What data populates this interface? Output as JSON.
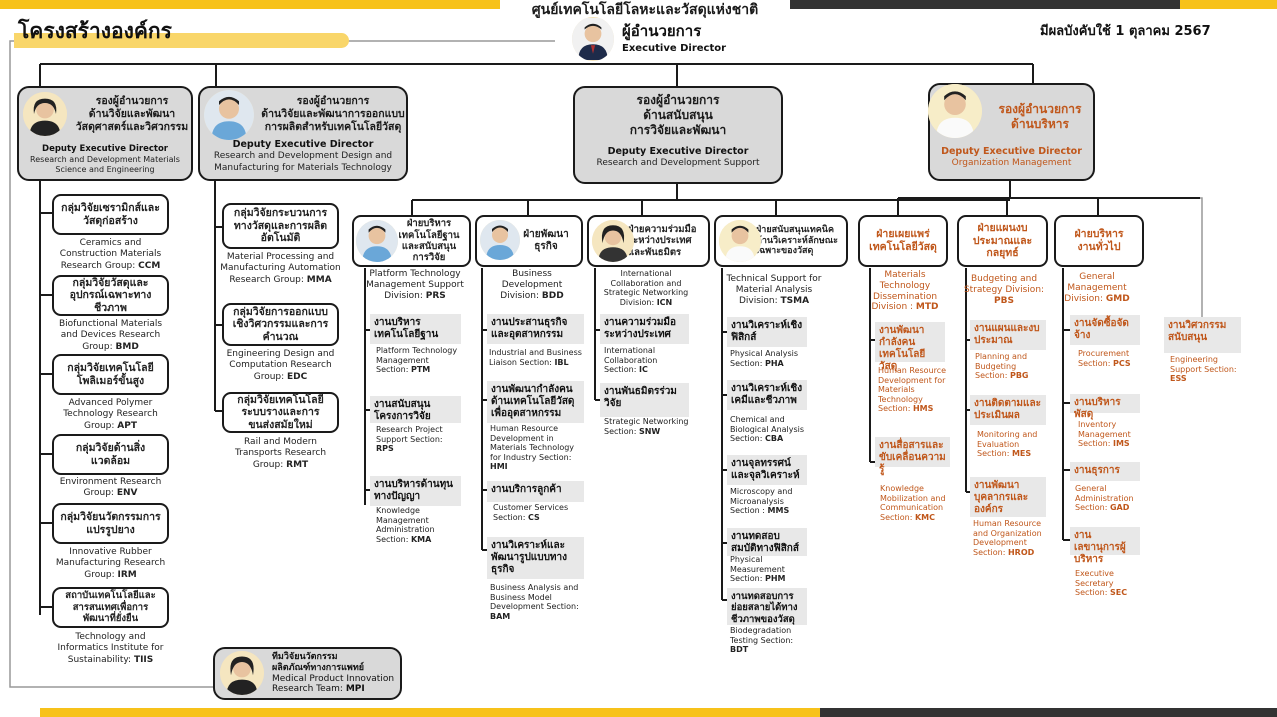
{
  "header": {
    "center_title": "ศูนย์เทคโนโลยีโลหะและวัสดุแห่งชาติ",
    "page_title": "โครงสร้างองค์กร",
    "effective_date": "มีผลบังคับใช้ 1 ตุลาคม 2567",
    "director_th": "ผู้อำนวยการ",
    "director_en": "Executive Director"
  },
  "colors": {
    "accent": "#f7c21a",
    "dark": "#1a1a1a",
    "orange": "#c0571b",
    "gray": "#d9d9d9"
  },
  "deputies": [
    {
      "th1": "รองผู้อำนวยการ",
      "th2": "ด้านวิจัยและพัฒนา",
      "th3": "วัสดุศาสตร์และวิศวกรรม",
      "en1": "Deputy Executive Director",
      "en2": "Research and Development Materials",
      "en3": "Science and Engineering"
    },
    {
      "th1": "รองผู้อำนวยการ",
      "th2": "ด้านวิจัยและพัฒนาการออกแบบ",
      "th3": "การผลิตสำหรับเทคโนโลยีวัสดุ",
      "en1": "Deputy Executive Director",
      "en2": "Research and Development Design and",
      "en3": "Manufacturing for Materials Technology"
    },
    {
      "th1": "รองผู้อำนวยการ",
      "th2": "ด้านสนับสนุน",
      "th3": "การวิจัยและพัฒนา",
      "en1": "Deputy Executive Director",
      "en2": "Research and Development Support",
      "en3": ""
    },
    {
      "th1": "รองผู้อำนวยการ",
      "th2": "ด้านบริหาร",
      "th3": "",
      "en1": "Deputy Executive Director",
      "en2": "Organization Management",
      "en3": ""
    }
  ],
  "groups1": [
    {
      "th": "กลุ่มวิจัยเซรามิกส์และวัสดุก่อสร้าง",
      "en": "Ceramics and Construction Materials Research Group:",
      "code": "CCM"
    },
    {
      "th": "กลุ่มวิจัยวัสดุและอุปกรณ์เฉพาะทางชีวภาพ",
      "en": "Biofunctional Materials and Devices Research Group:",
      "code": "BMD"
    },
    {
      "th": "กลุ่มวิจัยเทคโนโลยีโพลิเมอร์ขั้นสูง",
      "en": "Advanced Polymer Technology Research Group:",
      "code": "APT"
    },
    {
      "th": "กลุ่มวิจัยด้านสิ่งแวดล้อม",
      "en": "Environment Research Group:",
      "code": "ENV"
    },
    {
      "th": "กลุ่มวิจัยนวัตกรรมการแปรรูปยาง",
      "en": "Innovative Rubber Manufacturing Research Group:",
      "code": "IRM"
    },
    {
      "th": "สถาบันเทคโนโลยีและสารสนเทศเพื่อการพัฒนาที่ยั่งยืน",
      "en": "Technology and Informatics Institute for Sustainability:",
      "code": "TIIS"
    }
  ],
  "groups2": [
    {
      "th": "กลุ่มวิจัยกระบวนการทางวัสดุและการผลิตอัตโนมัติ",
      "en": "Material Processing and Manufacturing Automation Research Group:",
      "code": "MMA"
    },
    {
      "th": "กลุ่มวิจัยการออกแบบเชิงวิศวกรรมและการคำนวณ",
      "en": "Engineering Design and Computation Research Group:",
      "code": "EDC"
    },
    {
      "th": "กลุ่มวิจัยเทคโนโลยีระบบรางและการขนส่งสมัยใหม่",
      "en": "Rail and Modern Transports Research Group:",
      "code": "RMT"
    }
  ],
  "team": {
    "th1": "ทีมวิจัยนวัตกรรม",
    "th2": "ผลิตภัณฑ์ทางการแพทย์",
    "en1": "Medical Product Innovation",
    "en2": "Research Team:",
    "code": "MPI"
  },
  "divisions": [
    {
      "th": "ฝ่ายบริหารเทคโนโลยีฐานและสนับสนุนการวิจัย",
      "en": "Platform Technology Management Support Division:",
      "code": "PRS",
      "sections": [
        {
          "th": "งานบริหารเทคโนโลยีฐาน",
          "en": "Platform Technology Management Section:",
          "code": "PTM"
        },
        {
          "th": "งานสนับสนุนโครงการวิจัย",
          "en": "Research Project Support Section:",
          "code": "RPS"
        },
        {
          "th": "งานบริหารด้านทุนทางปัญญา",
          "en": "Knowledge Management Administration Section:",
          "code": "KMA"
        }
      ]
    },
    {
      "th": "ฝ่ายพัฒนาธุรกิจ",
      "en": "Business Development Division:",
      "code": "BDD",
      "sections": [
        {
          "th": "งานประสานธุรกิจและอุตสาหกรรม",
          "en": "Industrial and Business Liaison Section:",
          "code": "IBL"
        },
        {
          "th": "งานพัฒนากำลังคนด้านเทคโนโลยีวัสดุเพื่ออุตสาหกรรม",
          "en": "Human Resource Development in Materials Technology for Industry Section:",
          "code": "HMI"
        },
        {
          "th": "งานบริการลูกค้า",
          "en": "Customer Services Section:",
          "code": "CS"
        },
        {
          "th": "งานวิเคราะห์และพัฒนารูปแบบทางธุรกิจ",
          "en": "Business Analysis and Business Model Development Section:",
          "code": "BAM"
        }
      ]
    },
    {
      "th": "ฝ่ายความร่วมมือระหว่างประเทศและพันธมิตร",
      "en": "International Collaboration and Strategic Networking Division:",
      "code": "ICN",
      "sections": [
        {
          "th": "งานความร่วมมือระหว่างประเทศ",
          "en": "International Collaboration Section:",
          "code": "IC"
        },
        {
          "th": "งานพันธมิตรร่วมวิจัย",
          "en": "Strategic Networking Section:",
          "code": "SNW"
        }
      ]
    },
    {
      "th": "ฝ่ายสนับสนุนเทคนิคด้านวิเคราะห์ลักษณะเฉพาะของวัสดุ",
      "en": "Technical Support for Material Analysis Division:",
      "code": "TSMA",
      "sections": [
        {
          "th": "งานวิเคราะห์เชิงฟิสิกส์",
          "en": "Physical Analysis Section:",
          "code": "PHA"
        },
        {
          "th": "งานวิเคราะห์เชิงเคมีและชีวภาพ",
          "en": "Chemical and Biological Analysis Section:",
          "code": "CBA"
        },
        {
          "th": "งานจุลทรรศน์และจุลวิเคราะห์",
          "en": "Microscopy and Microanalysis Section :",
          "code": "MMS"
        },
        {
          "th": "งานทดสอบสมบัติทางฟิสิกส์",
          "en": "Physical Measurement Section:",
          "code": "PHM"
        },
        {
          "th": "งานทดสอบการย่อยสลายได้ทางชีวภาพของวัสดุ",
          "en": "Biodegradation Testing Section:",
          "code": "BDT"
        }
      ]
    },
    {
      "th": "ฝ่ายเผยแพร่เทคโนโลยีวัสดุ",
      "en": "Materials Technology Dissemination Division :",
      "code": "MTD",
      "sections": [
        {
          "th": "งานพัฒนากำลังคนเทคโนโลยีวัสดุ",
          "en": "Human Resource Development for Materials Technology Section:",
          "code": "HMS"
        },
        {
          "th": "งานสื่อสารและขับเคลื่อนความรู้",
          "en": "Knowledge Mobilization and Communication Section:",
          "code": "KMC"
        }
      ]
    },
    {
      "th": "ฝ่ายแผนงบประมาณและกลยุทธ์",
      "en": "Budgeting and Strategy Division:",
      "code": "PBS",
      "sections": [
        {
          "th": "งานแผนและงบประมาณ",
          "en": "Planning and Budgeting Section:",
          "code": "PBG"
        },
        {
          "th": "งานติดตามและประเมินผล",
          "en": "Monitoring and Evaluation Section:",
          "code": "MES"
        },
        {
          "th": "งานพัฒนาบุคลากรและองค์กร",
          "en": "Human Resource and Organization Development Section:",
          "code": "HROD"
        }
      ]
    },
    {
      "th": "ฝ่ายบริหารงานทั่วไป",
      "en": "General Management Division:",
      "code": "GMD",
      "sections": [
        {
          "th": "งานจัดซื้อจัดจ้าง",
          "en": "Procurement Section:",
          "code": "PCS"
        },
        {
          "th": "งานบริหารพัสดุ",
          "en": "Inventory Management Section:",
          "code": "IMS"
        },
        {
          "th": "งานธุรการ",
          "en": "General Administration Section:",
          "code": "GAD"
        },
        {
          "th": "งานเลขานุการผู้บริหาร",
          "en": "Executive Secretary Section:",
          "code": "SEC"
        }
      ]
    }
  ],
  "engineering_support": {
    "th": "งานวิศวกรรมสนับสนุน",
    "en": "Engineering Support Section:",
    "code": "ESS"
  }
}
